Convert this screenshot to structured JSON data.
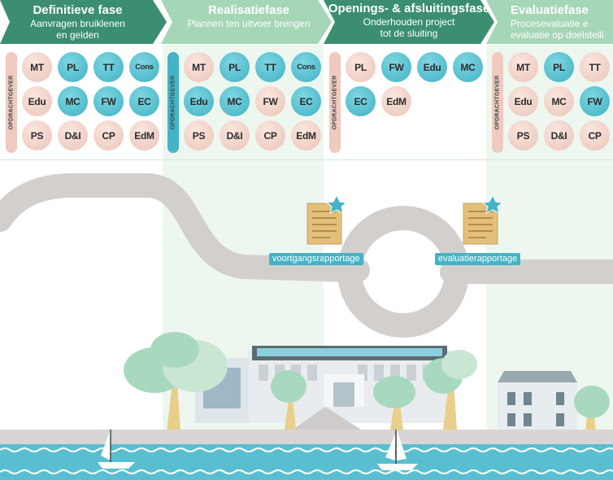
{
  "phases": [
    {
      "title": "Definitieve fase",
      "subtitle_lines": [
        "Aanvragen bruiklenen",
        "en gelden"
      ]
    },
    {
      "title": "Realisatiefase",
      "subtitle_lines": [
        "Plannen ten uitvoer brengen"
      ]
    },
    {
      "title": "Openings- & afsluitingsfase",
      "subtitle_lines": [
        "Onderhouden project",
        "tot de sluiting"
      ]
    },
    {
      "title": "Evaluatiefase",
      "subtitle_lines": [
        "Procesevaluatie e",
        "evaluatie op doelstelli"
      ]
    }
  ],
  "panel_bar_label": "OPDRACHTGEVER",
  "panels": [
    {
      "bar_color": "#f0c9bf",
      "items": [
        {
          "label": "MT",
          "active": false
        },
        {
          "label": "PL",
          "active": true
        },
        {
          "label": "TT",
          "active": true
        },
        {
          "label": "Cons",
          "active": true
        },
        {
          "label": "Edu",
          "active": false
        },
        {
          "label": "MC",
          "active": true
        },
        {
          "label": "FW",
          "active": true
        },
        {
          "label": "EC",
          "active": true
        },
        {
          "label": "PS",
          "active": false
        },
        {
          "label": "D&I",
          "active": false
        },
        {
          "label": "CP",
          "active": false
        },
        {
          "label": "EdM",
          "active": false
        }
      ]
    },
    {
      "bar_color": "#45b3c6",
      "items": [
        {
          "label": "MT",
          "active": false
        },
        {
          "label": "PL",
          "active": true
        },
        {
          "label": "TT",
          "active": true
        },
        {
          "label": "Cons",
          "active": true
        },
        {
          "label": "Edu",
          "active": true
        },
        {
          "label": "MC",
          "active": true
        },
        {
          "label": "FW",
          "active": false
        },
        {
          "label": "EC",
          "active": true
        },
        {
          "label": "PS",
          "active": false
        },
        {
          "label": "D&I",
          "active": false
        },
        {
          "label": "CP",
          "active": false
        },
        {
          "label": "EdM",
          "active": false
        }
      ]
    },
    {
      "bar_color": "#f0c9bf",
      "items": [
        {
          "label": "PL",
          "active": false
        },
        {
          "label": "FW",
          "active": true
        },
        {
          "label": "Edu",
          "active": true
        },
        {
          "label": "MC",
          "active": true
        },
        {
          "label": "EC",
          "active": true
        },
        {
          "label": "EdM",
          "active": false
        }
      ]
    },
    {
      "bar_color": "#f0c9bf",
      "items": [
        {
          "label": "MT",
          "active": false
        },
        {
          "label": "PL",
          "active": true
        },
        {
          "label": "TT",
          "active": false
        },
        {
          "label": "Edu",
          "active": false
        },
        {
          "label": "MC",
          "active": false
        },
        {
          "label": "FW",
          "active": true
        },
        {
          "label": "PS",
          "active": false
        },
        {
          "label": "D&I",
          "active": false
        },
        {
          "label": "CP",
          "active": false
        }
      ]
    }
  ],
  "documents": [
    {
      "label": "voortgangsrapportage"
    },
    {
      "label": "evaluatierapportage"
    }
  ],
  "colors": {
    "banner_dark": "#3b8f70",
    "banner_light": "#a5d6b7",
    "column_tint": "#eef7ef",
    "active_circle": "#41b2c4",
    "inactive_circle": "#eac3b8",
    "road": "#d3cfcd",
    "water": "#59bfd0"
  }
}
